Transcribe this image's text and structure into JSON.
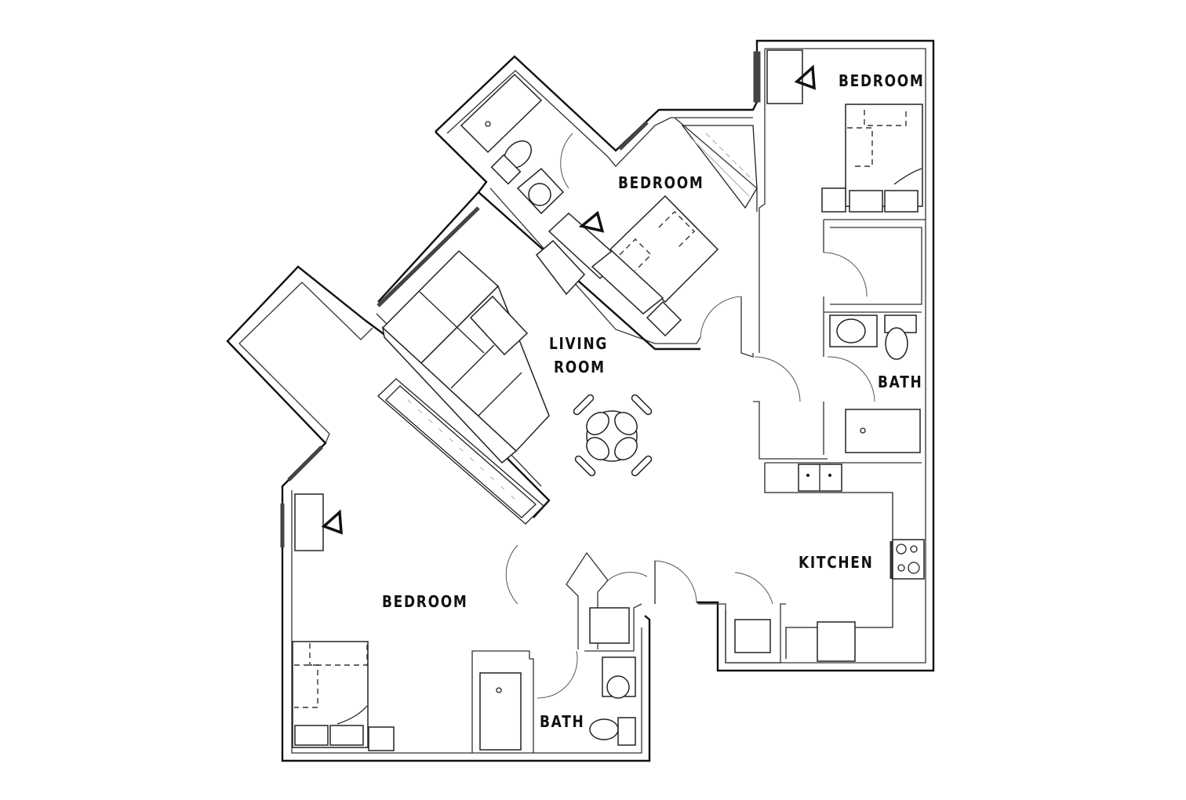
{
  "floorplan": {
    "rooms": {
      "bedroom_top_right": {
        "label": "BEDROOM"
      },
      "bedroom_top_center": {
        "label": "BEDROOM"
      },
      "living_room": {
        "label_line1": "LIVING",
        "label_line2": "ROOM"
      },
      "bath_right": {
        "label": "BATH"
      },
      "kitchen": {
        "label": "KITCHEN"
      },
      "bedroom_bottom_left": {
        "label": "BEDROOM"
      },
      "bath_bottom": {
        "label": "BATH"
      }
    },
    "colors": {
      "wall": "#111111",
      "background": "#ffffff"
    }
  }
}
